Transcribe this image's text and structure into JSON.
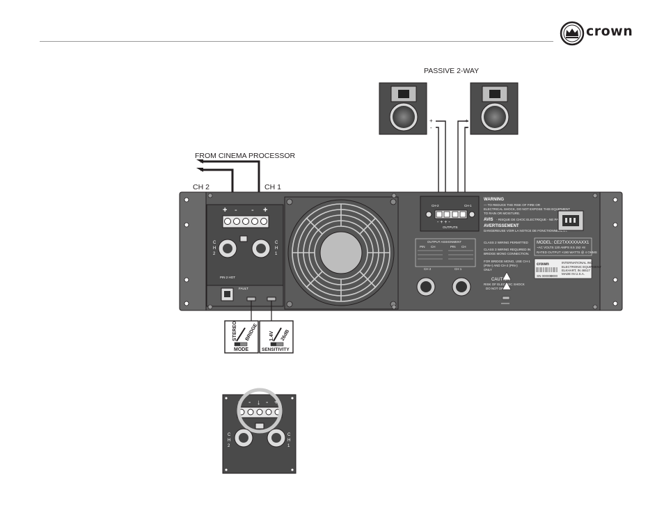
{
  "brand": {
    "name": "crown"
  },
  "labels": {
    "passive": "PASSIVE 2-WAY",
    "from_processor": "FROM CINEMA PROCESSOR",
    "ch2": "CH  2",
    "ch1": "CH 1"
  },
  "input_panel": {
    "ch2_vertical": "C H 2",
    "ch1_vertical": "C H 1",
    "pin2_hot": "PIN 2 HOT",
    "fault": "FAULT"
  },
  "outputs_block": {
    "ch2": "CH-2",
    "ch1": "CH-1",
    "outputs": "OUTPUTS"
  },
  "rear_text": {
    "warning_title": "WARNING",
    "warning_body": "— TO REDUCE THE RISK OF FIRE OR ELECTRICAL SHOCK, DO NOT EXPOSE THIS EQUIPMENT TO RAIN OR MOISTURE.",
    "avis_title": "AVIS",
    "avis_body": "- RISQUE DE CHOC ELECTRIQUE - NE PAS OUVRIR.",
    "avert_title": "AVERTISSEMENT",
    "avert_body": "- DANGER ELECTRIQUE DANGEREUSE VOIR LA NOTICE DE FONCTIONNEMENT.",
    "model": "MODEL: CE2TXXXXXAXX1",
    "volts": "~AC VOLTS 120     AMPS 8.5  152 ×8",
    "rated": "RATED OUTPUT ×190 WATTS @ 4 OHMS",
    "intl": "INTERNATIONAL INC",
    "elec": "ELECTRONIC EQUIPMENT",
    "elkhart": "ELKHART, IN 46517",
    "usa": "MADE IN U.S.A.",
    "serial": "SN 000000",
    "serial2": "0000",
    "class2": "CLASS 2 WIRING PERMITTED",
    "class3": "CLASS 3 WIRING REQUIRED IN BRIDGE MONO CONNECTION.",
    "bridge": "FOR BRIDGE MONO, USE CH-1 (PIN+) AND CH-2 (PIN-) ONLY",
    "caution": "CAUTION",
    "risk": "RISK OF ELECTRIC SHOCK DO NOT OPEN",
    "output_assign": "OUTPUT ASSIGNMENT",
    "pin": "PIN",
    "ch": "CH",
    "ch2_tab": "CH 2",
    "ch1_tab": "CH 1"
  },
  "switches": {
    "mode_opt1": "STEREO",
    "mode_opt2": "BRIDGE",
    "mode_label": "MODE",
    "sens_opt1": "1.4V",
    "sens_opt2": "26dB",
    "sens_label": "SENSITIVITY"
  },
  "detail_panel": {
    "ch2_vertical": "C H 2",
    "ch1_vertical": "C H 1"
  },
  "colors": {
    "chassis": "#5b5b5b",
    "panel": "#4a4a4a",
    "line": "#231f20",
    "loop": "#c9c9c9"
  }
}
